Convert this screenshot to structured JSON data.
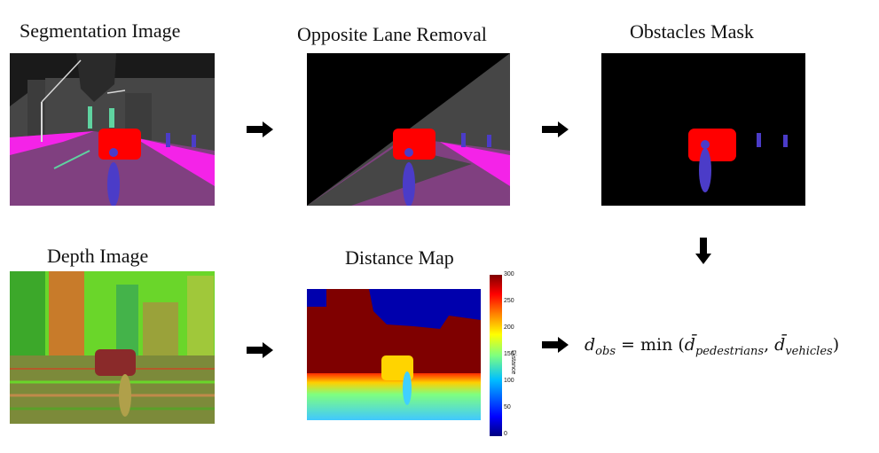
{
  "titles": {
    "segmentation": "Segmentation Image",
    "opposite_lane": "Opposite Lane Removal",
    "obstacles_mask": "Obstacles Mask",
    "depth": "Depth Image",
    "distance_map": "Distance Map"
  },
  "colorbar": {
    "label": "Distance",
    "ticks": [
      "300",
      "250",
      "200",
      "150",
      "100",
      "50",
      "0"
    ]
  },
  "formula": {
    "lhs": "d",
    "lhs_sub": "obs",
    "eq": " = min",
    "var1": "d̄",
    "var1_sub": "pedestrians",
    "var2": "d̄",
    "var2_sub": "vehicles"
  },
  "colors": {
    "road": "#804080",
    "sidewalk": "#f423e8",
    "building": "#464646",
    "vehicle": "#ff0000",
    "pedestrian": "#4b3cc8",
    "lane_marking": "#5fd3a0"
  }
}
